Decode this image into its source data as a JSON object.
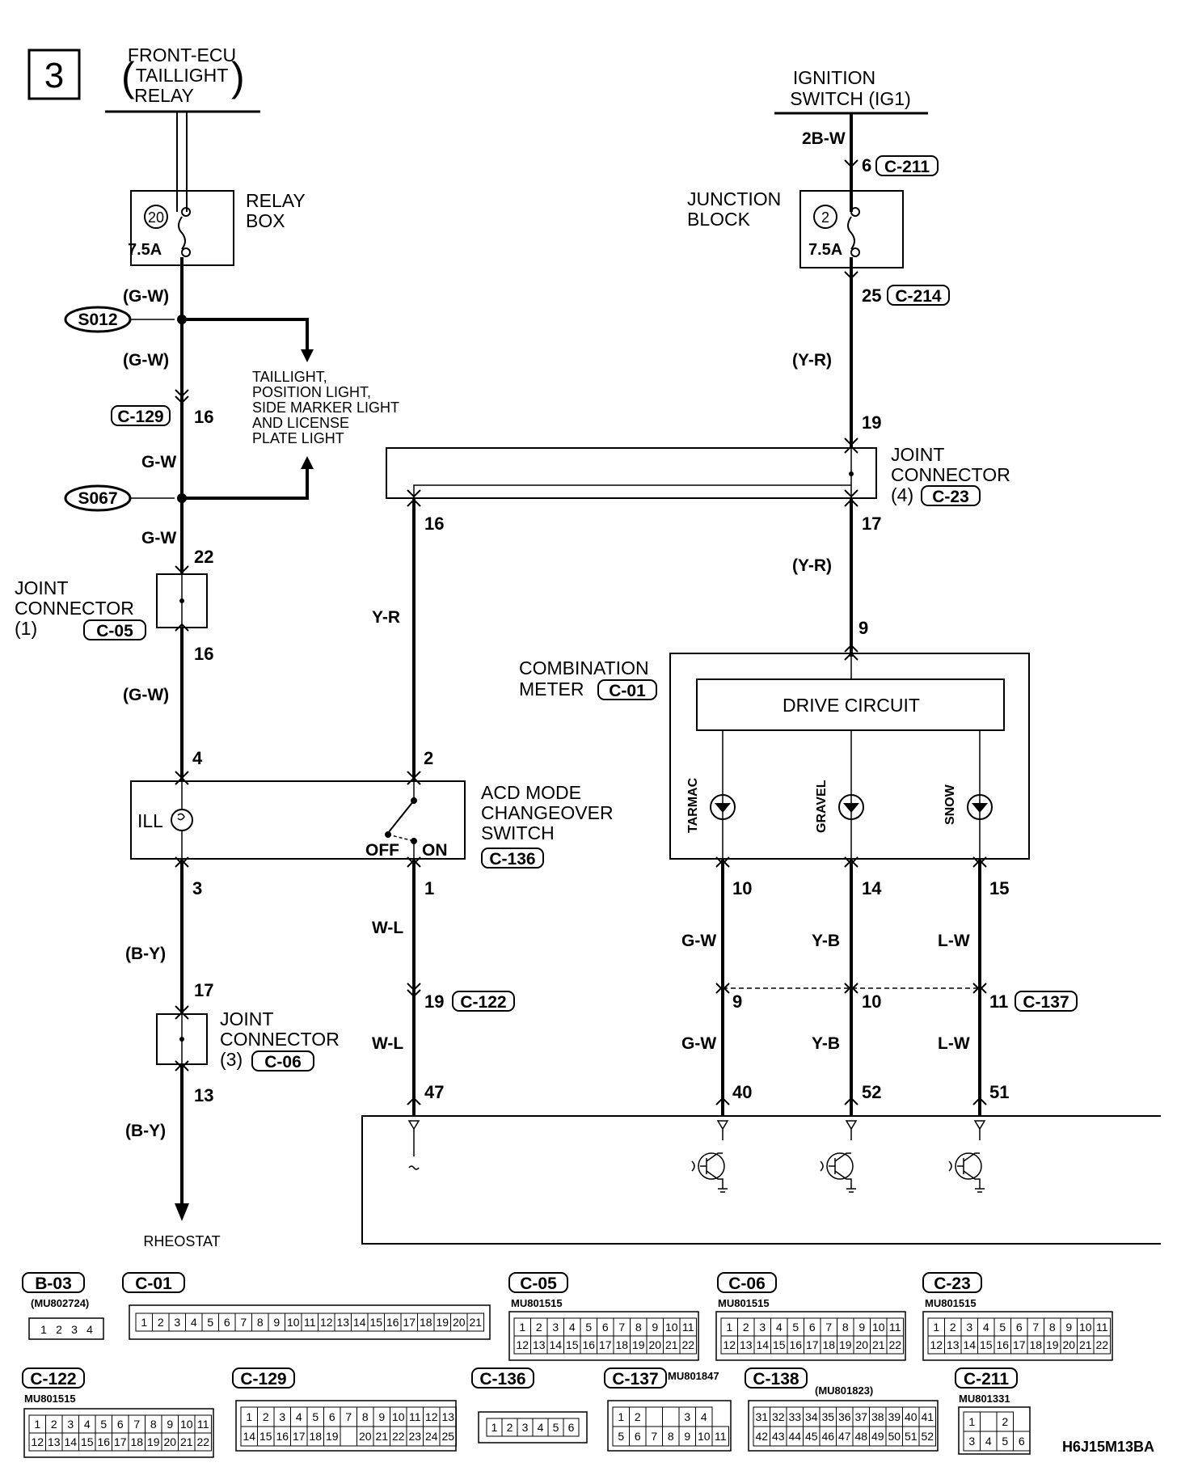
{
  "page_number": "3",
  "diagram_code": "H6J15M13BA",
  "sources": {
    "left_source": [
      "FRONT-ECU",
      "TAILLIGHT",
      "RELAY"
    ],
    "right_source": [
      "IGNITION",
      "SWITCH (IG1)"
    ]
  },
  "relay_box": {
    "label_1": "RELAY",
    "label_2": "BOX",
    "fuse_no": "20",
    "rating": "7.5A"
  },
  "junction_block": {
    "label_1": "JUNCTION",
    "label_2": "BLOCK",
    "fuse_no": "2",
    "rating": "7.5A"
  },
  "splices": {
    "s012": "S012",
    "s067": "S067"
  },
  "taillight_dest": [
    "TAILLIGHT,",
    "POSITION LIGHT,",
    "SIDE MARKER LIGHT",
    "AND LICENSE",
    "PLATE LIGHT"
  ],
  "wires": {
    "gw_paren": "(G-W)",
    "gw": "G-W",
    "by_paren": "(B-Y)",
    "w2b": "2B-W",
    "yr_paren": "(Y-R)",
    "yr": "Y-R",
    "wl": "W-L",
    "yb": "Y-B",
    "lw": "L-W"
  },
  "connectors": {
    "c129": "C-129",
    "c05": "C-05",
    "c06": "C-06",
    "c23": "C-23",
    "c211": "C-211",
    "c214": "C-214",
    "c01": "C-01",
    "c136": "C-136",
    "c122": "C-122",
    "c137": "C-137"
  },
  "pins": {
    "p16a": "16",
    "p22": "22",
    "p16b": "16",
    "p4": "4",
    "p3": "3",
    "p17a": "17",
    "p13": "13",
    "p6": "6",
    "p25": "25",
    "p19a": "19",
    "p17b": "17",
    "p9a": "9",
    "p16c": "16",
    "p2": "2",
    "p1": "1",
    "p19b": "19",
    "p47": "47",
    "p10a": "10",
    "p14": "14",
    "p15": "15",
    "p9b": "9",
    "p10b": "10",
    "p11": "11",
    "p40": "40",
    "p52": "52",
    "p51": "51"
  },
  "joint_connector_1": {
    "line1": "JOINT",
    "line2": "CONNECTOR",
    "line3": "(1)"
  },
  "joint_connector_3": {
    "line1": "JOINT",
    "line2": "CONNECTOR",
    "line3": "(3)"
  },
  "joint_connector_4": {
    "line1": "JOINT",
    "line2": "CONNECTOR",
    "line3": "(4)"
  },
  "combination_meter": {
    "line1": "COMBINATION",
    "line2": "METER",
    "drive_circuit": "DRIVE CIRCUIT"
  },
  "indicators": [
    "TARMAC",
    "GRAVEL",
    "SNOW"
  ],
  "acd_switch": {
    "line1": "ACD MODE",
    "line2": "CHANGEOVER",
    "line3": "SWITCH",
    "ill": "ILL",
    "off": "OFF",
    "on": "ON"
  },
  "rheostat": "RHEOSTAT",
  "connector_views": [
    {
      "id": "B-03",
      "part": "(MU802724)",
      "rows": [
        [
          "1",
          "2",
          "3",
          "4"
        ]
      ]
    },
    {
      "id": "C-01",
      "part": "",
      "rows": [
        [
          "1",
          "2",
          "3",
          "4",
          "5",
          "6",
          "7",
          "8",
          "9",
          "10",
          "11",
          "12",
          "13",
          "14",
          "15",
          "16",
          "17",
          "18",
          "19",
          "20",
          "21"
        ]
      ]
    },
    {
      "id": "C-05",
      "part": "MU801515",
      "rows": [
        [
          "1",
          "2",
          "3",
          "4",
          "5",
          "6",
          "7",
          "8",
          "9",
          "10",
          "11"
        ],
        [
          "12",
          "13",
          "14",
          "15",
          "16",
          "17",
          "18",
          "19",
          "20",
          "21",
          "22"
        ]
      ]
    },
    {
      "id": "C-06",
      "part": "MU801515",
      "rows": [
        [
          "1",
          "2",
          "3",
          "4",
          "5",
          "6",
          "7",
          "8",
          "9",
          "10",
          "11"
        ],
        [
          "12",
          "13",
          "14",
          "15",
          "16",
          "17",
          "18",
          "19",
          "20",
          "21",
          "22"
        ]
      ]
    },
    {
      "id": "C-23",
      "part": "MU801515",
      "rows": [
        [
          "1",
          "2",
          "3",
          "4",
          "5",
          "6",
          "7",
          "8",
          "9",
          "10",
          "11"
        ],
        [
          "12",
          "13",
          "14",
          "15",
          "16",
          "17",
          "18",
          "19",
          "20",
          "21",
          "22"
        ]
      ]
    },
    {
      "id": "C-122",
      "part": "MU801515",
      "rows": [
        [
          "1",
          "2",
          "3",
          "4",
          "5",
          "6",
          "7",
          "8",
          "9",
          "10",
          "11"
        ],
        [
          "12",
          "13",
          "14",
          "15",
          "16",
          "17",
          "18",
          "19",
          "20",
          "21",
          "22"
        ]
      ]
    },
    {
      "id": "C-129",
      "part": "",
      "rows": [
        [
          "1",
          "2",
          "3",
          "4",
          "5",
          "6",
          "7",
          "8",
          "9",
          "10",
          "11",
          "12",
          "13"
        ],
        [
          "14",
          "15",
          "16",
          "17",
          "18",
          "19",
          "",
          "20",
          "21",
          "22",
          "23",
          "24",
          "25"
        ]
      ]
    },
    {
      "id": "C-136",
      "part": "",
      "rows": [
        [
          "1",
          "2",
          "3",
          "4",
          "5",
          "6"
        ]
      ]
    },
    {
      "id": "C-137",
      "part": "MU801847",
      "rows": [
        [
          "1",
          "2",
          "",
          "",
          "3",
          "4"
        ],
        [
          "5",
          "6",
          "7",
          "8",
          "9",
          "10",
          "11"
        ]
      ]
    },
    {
      "id": "C-138",
      "part": "(MU801823)",
      "rows": [
        [
          "31",
          "32",
          "33",
          "34",
          "35",
          "36",
          "37",
          "38",
          "39",
          "40",
          "41"
        ],
        [
          "42",
          "43",
          "44",
          "45",
          "46",
          "47",
          "48",
          "49",
          "50",
          "51",
          "52"
        ]
      ]
    },
    {
      "id": "C-211",
      "part": "MU801331",
      "rows": [
        [
          "1",
          "",
          "2"
        ],
        [
          "3",
          "4",
          "5",
          "6"
        ]
      ]
    }
  ]
}
